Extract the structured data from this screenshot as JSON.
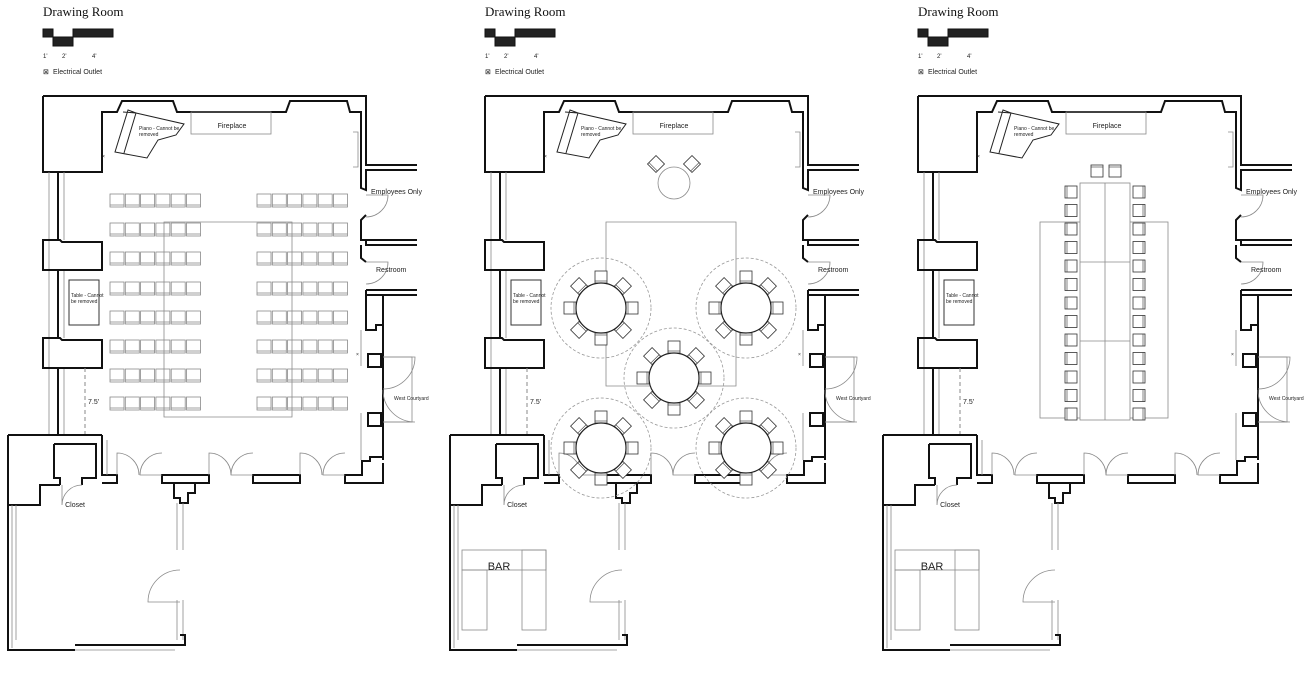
{
  "panels": [
    {
      "title": "Drawing Room",
      "layout": "theater",
      "has_bar": false
    },
    {
      "title": "Drawing Room",
      "layout": "rounds",
      "has_bar": true
    },
    {
      "title": "Drawing Room",
      "layout": "conference",
      "has_bar": true
    }
  ],
  "legend": {
    "scale_1": "1'",
    "scale_2": "2'",
    "scale_4": "4'",
    "outlet": "Electrical Outlet"
  },
  "labels": {
    "fireplace": "Fireplace",
    "piano_1": "Piano - Cannot be",
    "piano_2": "removed",
    "employees": "Employees Only",
    "restroom": "Restroom",
    "table_1": "Table - Cannot",
    "table_2": "be removed",
    "courtyard": "West Courtyard",
    "closet": "Closet",
    "dimension": "7.5'",
    "bar": "BAR"
  },
  "colors": {
    "wall": "#111111",
    "furniture": "#8a8a8a"
  }
}
